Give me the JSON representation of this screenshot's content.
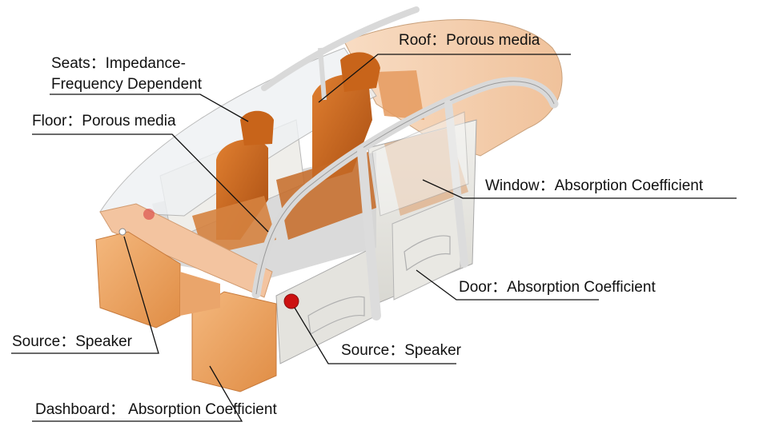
{
  "colors": {
    "orange_seat": "#c8641a",
    "orange_light": "#f2c8a3",
    "orange_mid": "#e9a064",
    "frame": "#e6e6e6",
    "frame_edge": "#9a9a9a",
    "speaker_red": "#cc1111",
    "text": "#111111"
  },
  "labels": {
    "roof": "Roof：Porous media",
    "seats_line1": "Seats：Impedance-",
    "seats_line2": "Frequency  Dependent",
    "floor": "Floor：Porous media",
    "window": "Window：Absorption Coefficient",
    "door": "Door：Absorption Coefficient",
    "source_left": "Source：Speaker",
    "source_right": "Source：Speaker",
    "dashboard": "Dashboard：  Absorption Coefficient"
  }
}
